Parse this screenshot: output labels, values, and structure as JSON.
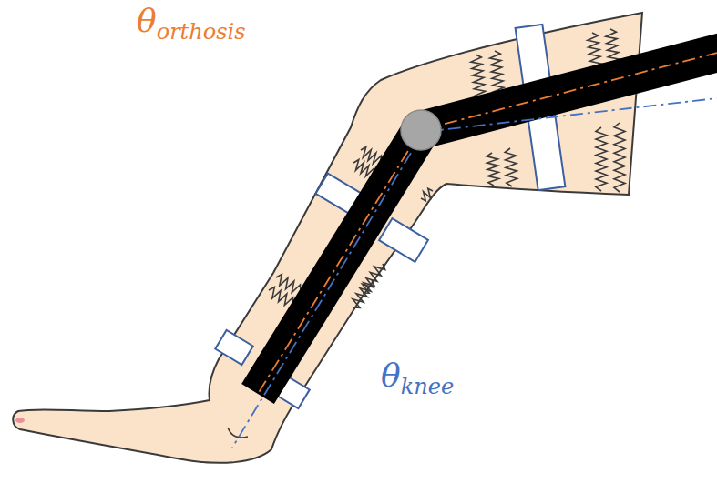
{
  "diagram": {
    "labels": [
      "θ",
      "orthosis",
      "θ",
      "knee"
    ]
  }
}
